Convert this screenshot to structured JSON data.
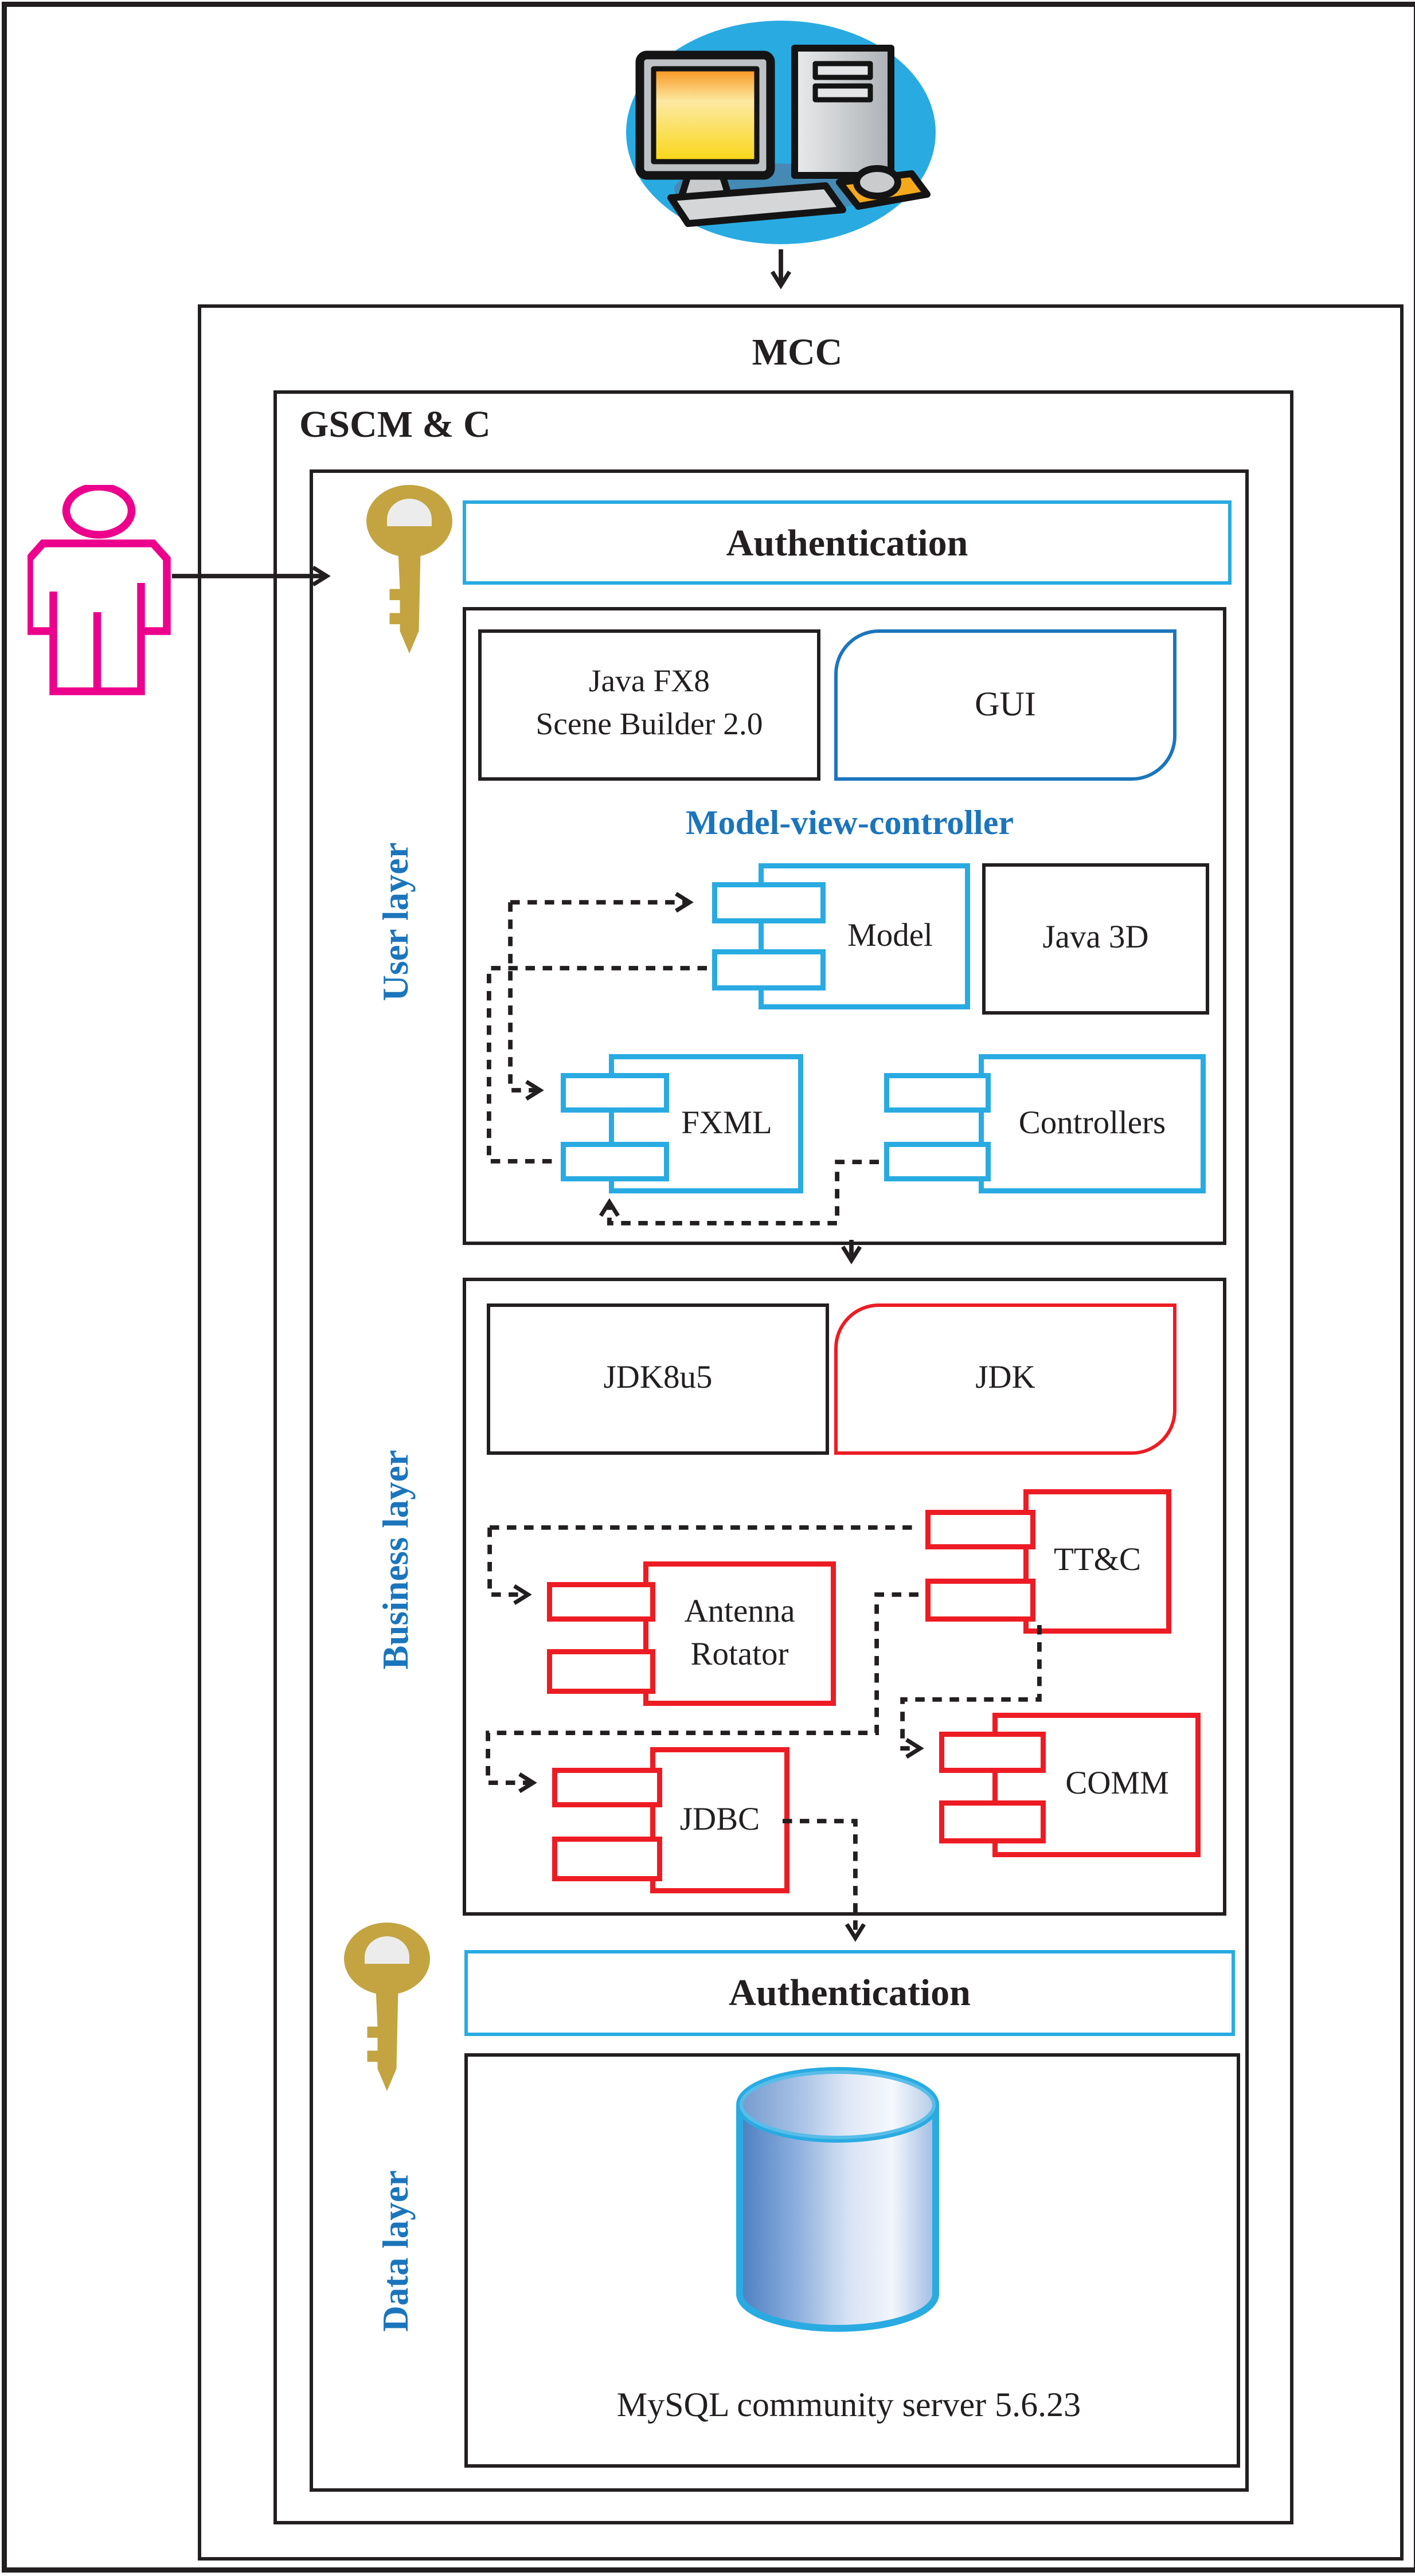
{
  "labels": {
    "mcc": "MCC",
    "gscm": "GSCM & C",
    "authentication": "Authentication",
    "user_layer": "User layer",
    "business_layer": "Business layer",
    "data_layer": "Data layer",
    "javafx_line1": "Java FX8",
    "javafx_line2": "Scene Builder 2.0",
    "gui": "GUI",
    "mvc_title": "Model-view-controller",
    "model": "Model",
    "java3d": "Java 3D",
    "fxml": "FXML",
    "controllers": "Controllers",
    "jdk8u5": "JDK8u5",
    "jdk": "JDK",
    "ttc": "TT&C",
    "antenna_line1": "Antenna",
    "antenna_line2": "Rotator",
    "comm": "COMM",
    "jdbc": "JDBC",
    "mysql": "MySQL community server 5.6.23"
  },
  "icons": {
    "computer": "desktop-computer-clipart",
    "key_top": "key-icon",
    "key_bottom": "key-icon",
    "person": "user-person-icon",
    "database": "database-cylinder-icon"
  },
  "colors": {
    "cyan": "#29ABE2",
    "dark_blue": "#1B75BC",
    "red": "#ED1C24",
    "magenta": "#EC008C",
    "gold": "#C3A441",
    "black": "#231F20",
    "screen_orange": "#F7941D",
    "screen_yellow": "#F9D616",
    "pad_yellow": "#F5A81C"
  }
}
